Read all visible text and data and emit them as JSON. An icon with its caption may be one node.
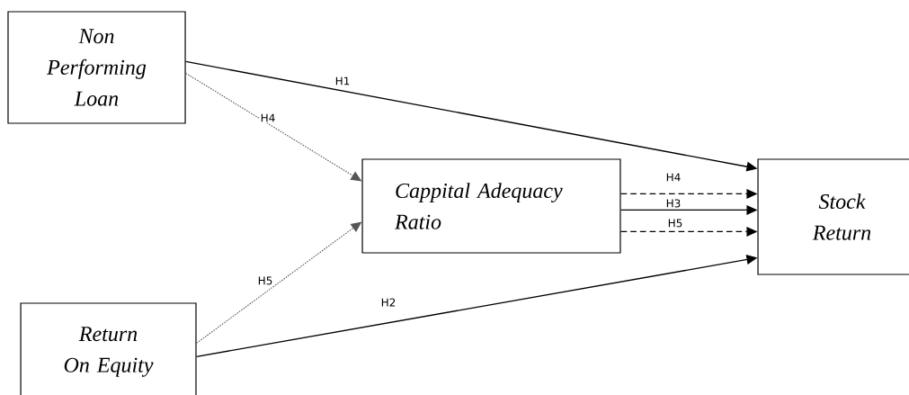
{
  "diagram": {
    "nodes": [
      {
        "text": [
          "Non Performing Loan"
        ]
      },
      {
        "text": [
          "Cappital Adequacy Ratio"
        ]
      },
      {
        "text": [
          "Stock Return"
        ]
      },
      {
        "text": [
          "Return On Equity"
        ]
      }
    ],
    "edges": [
      {
        "from": 0,
        "to": 2,
        "arrow": "to",
        "label": "H1"
      },
      {
        "from": 0,
        "to": 1,
        "arrow": "to",
        "label": "H4",
        "style": "dashed",
        "color": "#555555"
      },
      {
        "from": 3,
        "to": 1,
        "arrow": "to",
        "label": "H5",
        "style": "dashed",
        "color": "#555555"
      },
      {
        "from": 3,
        "to": 2,
        "arrow": "to",
        "label": "H2"
      },
      {
        "from": 1,
        "to": 2,
        "arrow": "to",
        "label": "H4",
        "style": "dashed"
      },
      {
        "from": 1,
        "to": 2,
        "arrow": "to",
        "label": "H3"
      },
      {
        "from": 1,
        "to": 2,
        "arrow": "to",
        "label": "H5",
        "style": "dashed"
      }
    ]
  }
}
